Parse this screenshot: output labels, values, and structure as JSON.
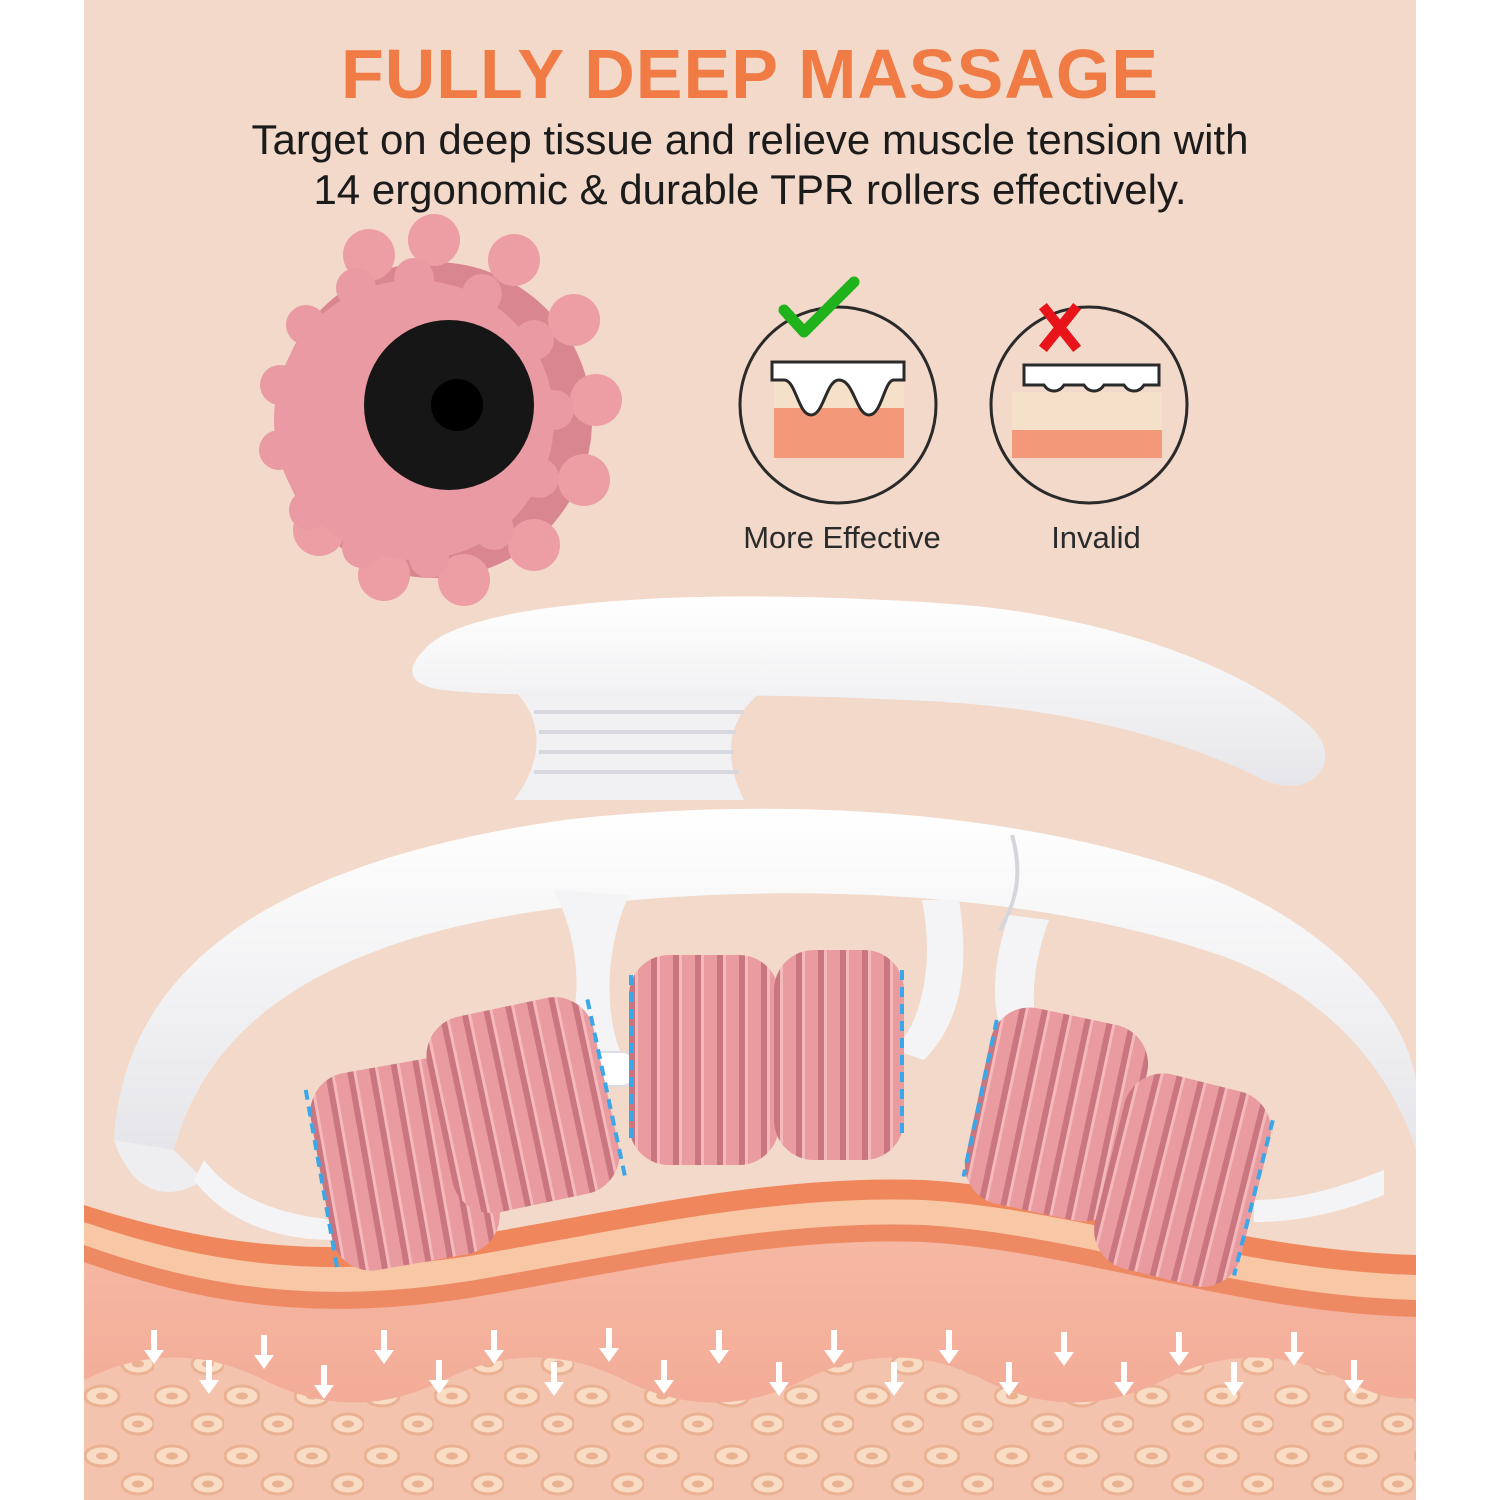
{
  "headline": "FULLY DEEP MASSAGE",
  "description": {
    "line1": "Target on deep tissue and relieve muscle tension with",
    "line2": "14 ergonomic & durable TPR rollers effectively."
  },
  "comparison": {
    "good": {
      "label": "More Effective",
      "icon": "checkmark-icon"
    },
    "bad": {
      "label": "Invalid",
      "icon": "x-mark-icon"
    }
  },
  "colors": {
    "headline": "#f07b45",
    "background": "#f2d9c9",
    "roller_pink": "#e99b9f",
    "roller_dark": "#c96f78",
    "check_green": "#1fb21a",
    "cross_red": "#e8141a",
    "dash_blue": "#3aa8e8",
    "skin_orange": "#f0875c",
    "cell_cream": "#f7d6bc"
  }
}
